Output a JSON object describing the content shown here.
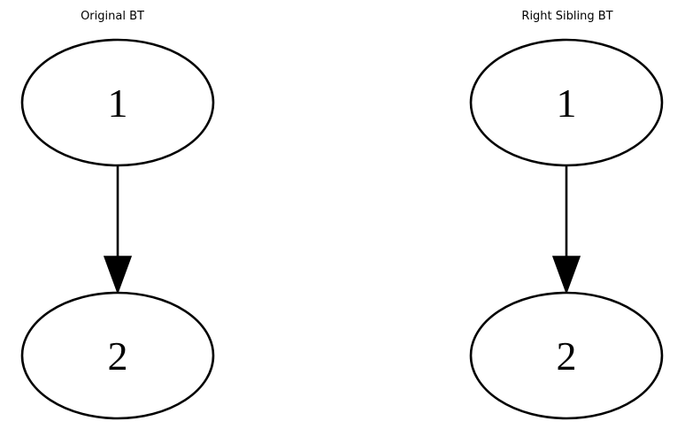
{
  "panels": [
    {
      "title": "Original BT",
      "nodes": [
        {
          "id": "n1",
          "label": "1"
        },
        {
          "id": "n2",
          "label": "2"
        }
      ],
      "edges": [
        {
          "from": "n1",
          "to": "n2"
        }
      ]
    },
    {
      "title": "Right Sibling BT",
      "nodes": [
        {
          "id": "n1",
          "label": "1"
        },
        {
          "id": "n2",
          "label": "2"
        }
      ],
      "edges": [
        {
          "from": "n1",
          "to": "n2"
        }
      ]
    }
  ],
  "colors": {
    "stroke": "#000000",
    "node_fill": "#ffffff",
    "background": "#ffffff"
  }
}
